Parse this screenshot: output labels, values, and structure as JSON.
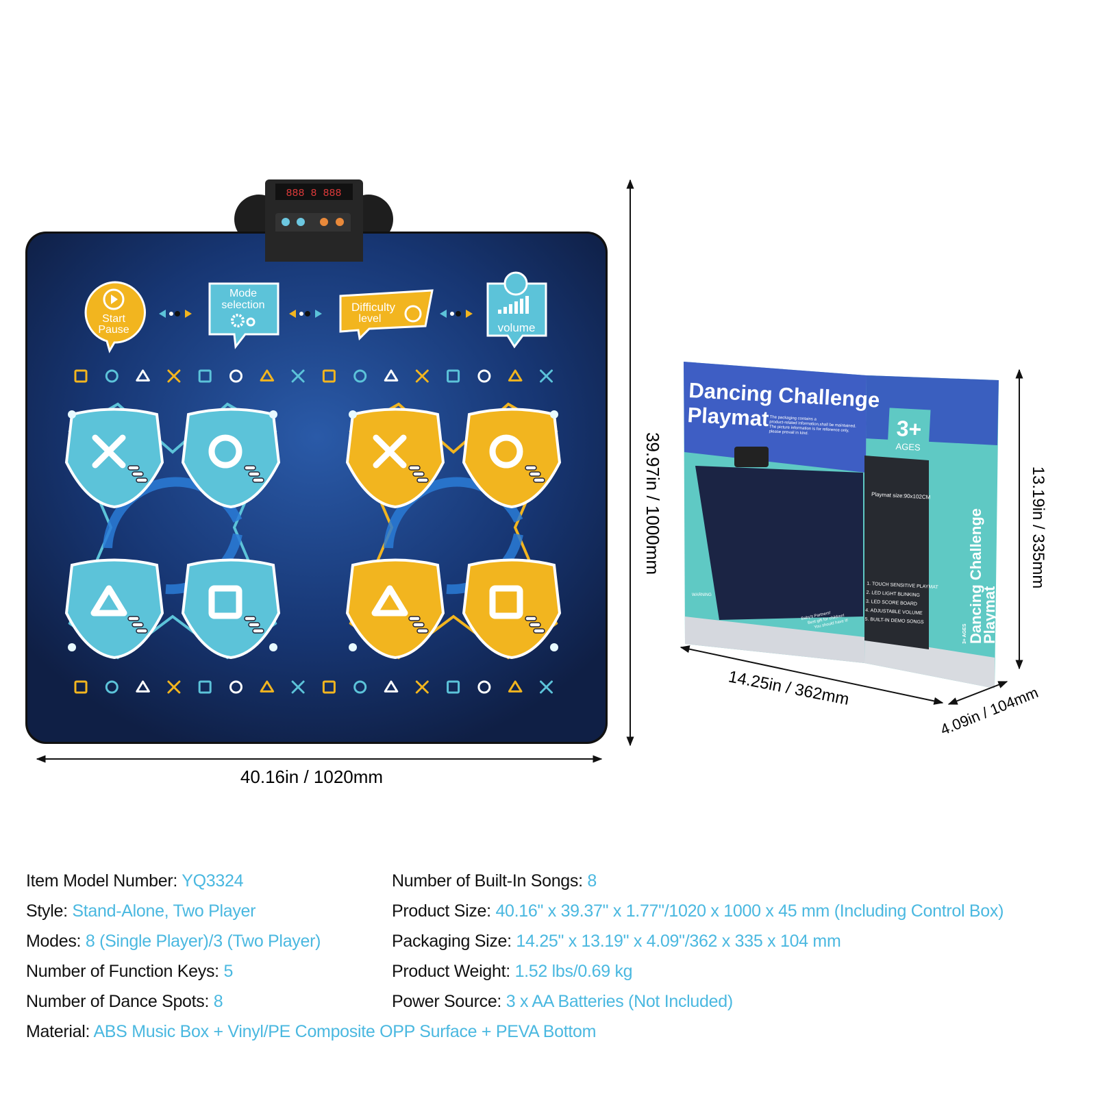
{
  "mat": {
    "controls": {
      "start": [
        "Start",
        "Pause"
      ],
      "mode": [
        "Mode",
        "selection"
      ],
      "difficulty": [
        "Difficulty",
        "level"
      ],
      "volume": "volume"
    },
    "display": [
      "888",
      "8",
      "888"
    ],
    "symbol_row": [
      "square",
      "circle",
      "triangle",
      "cross",
      "square",
      "circle",
      "triangle",
      "cross",
      "square",
      "circle",
      "triangle",
      "cross",
      "square",
      "circle",
      "triangle",
      "cross"
    ],
    "colors": {
      "mat": "#13275a",
      "cyan": "#5cc3d9",
      "yellow": "#f2b51f"
    }
  },
  "box": {
    "title": [
      "Dancing Challenge",
      "Playmat"
    ],
    "notice": [
      "The packaging contains a",
      "product-related information,shall be maintained.",
      "The picture information is for reference only,",
      "please prevail in kind."
    ],
    "age": "3+",
    "age_label": "AGES",
    "size_note": "Playmat size:90x102CM",
    "features": [
      "1. TOUCH SENSITIVE PLAYMAT",
      "2. LED LIGHT BLINKING",
      "3. LED SCORE BOARD",
      "4. ADJUSTABLE VOLUME",
      "5. BUILT-IN DEMO SONGS"
    ],
    "warning": "WARNING",
    "tagline": [
      "Baby's Partners!",
      "Best gift for children!",
      "You should have it!"
    ],
    "side_title": [
      "Dancing Challenge",
      "Playmat"
    ],
    "side_age": "3+ AGES"
  },
  "dimensions": {
    "mat_width": "40.16in / 1020mm",
    "mat_height": "39.97in / 1000mm",
    "box_width": "14.25in / 362mm",
    "box_height": "13.19in / 335mm",
    "box_depth": "4.09in / 104mm"
  },
  "specs": [
    {
      "label": "Item Model Number:",
      "value": "YQ3324"
    },
    {
      "label": "Style:",
      "value": "Stand-Alone, Two Player"
    },
    {
      "label": "Modes:",
      "value": "8 (Single Player)/3 (Two Player)"
    },
    {
      "label": "Number of Function Keys:",
      "value": "5"
    },
    {
      "label": "Number of Dance Spots:",
      "value": "8"
    },
    {
      "label": "Material:",
      "value": "ABS Music Box + Vinyl/PE Composite OPP Surface + PEVA Bottom"
    },
    {
      "label": "Number of Built-In Songs:",
      "value": "8"
    },
    {
      "label": "Product Size:",
      "value": "40.16\" x 39.37\" x 1.77\"/1020 x 1000 x 45 mm (Including Control Box)"
    },
    {
      "label": "Packaging Size:",
      "value": "14.25\" x 13.19\" x 4.09\"/362 x 335 x 104 mm"
    },
    {
      "label": "Product Weight:",
      "value": "1.52 lbs/0.69 kg"
    },
    {
      "label": "Power Source:",
      "value": "3 x AA Batteries (Not Included)"
    }
  ]
}
